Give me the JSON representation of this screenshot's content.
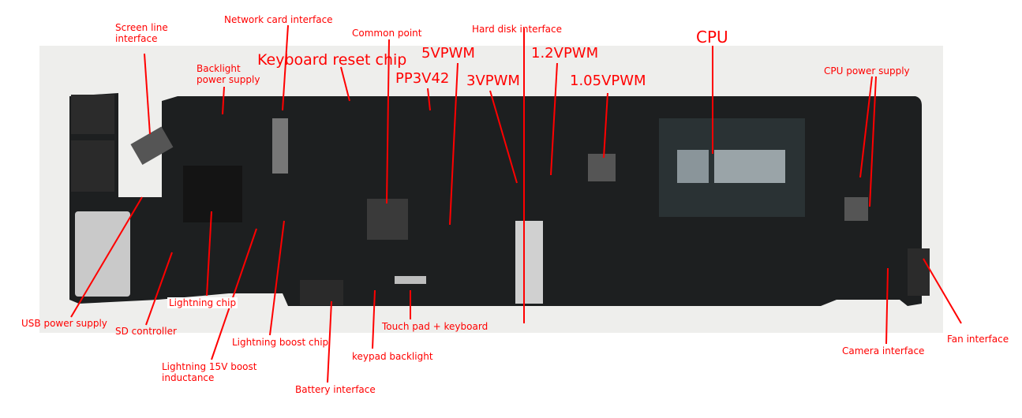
{
  "labels": {
    "screen_line": "Screen line interface",
    "network_card": "Network card interface",
    "common_point": "Common point",
    "hard_disk": "Hard disk interface",
    "keyboard_reset": "Keyboard reset chip",
    "v5pwm": "5VPWM",
    "v12pwm": "1.2VPWM",
    "pp3v42": "PP3V42",
    "v3pwm": "3VPWM",
    "v105pwm": "1.05VPWM",
    "cpu": "CPU",
    "backlight_power": "Backlight power supply",
    "cpu_power": "CPU power supply",
    "usb_power": "USB power supply",
    "sd_controller": "SD controller",
    "lightning_chip": "Lightning chip",
    "lightning_boost": "Lightning boost chip",
    "lightning_inductance": "Lightning 15V boost inductance",
    "battery": "Battery interface",
    "keypad_backlight": "keypad backlight",
    "touchpad_keyboard": "Touch pad + keyboard",
    "camera": "Camera interface",
    "fan": "Fan interface"
  },
  "colors": {
    "annotation": "#ff0000",
    "board": "#1d1f20"
  }
}
